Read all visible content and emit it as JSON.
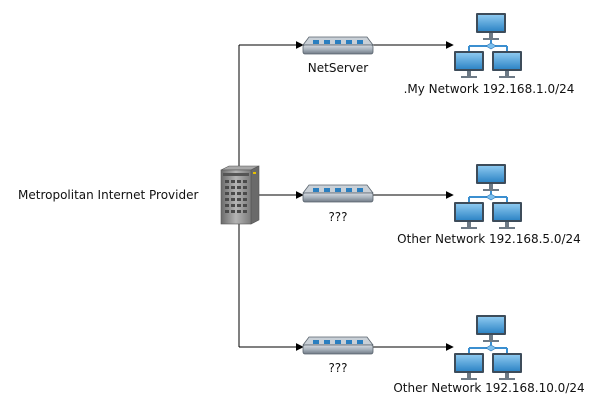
{
  "provider": {
    "label": "Metropolitan Internet Provider",
    "icon": "server-tower-icon"
  },
  "routers": [
    {
      "label": "NetServer",
      "icon": "router-icon"
    },
    {
      "label": "???",
      "icon": "router-icon"
    },
    {
      "label": "???",
      "icon": "router-icon"
    }
  ],
  "networks": [
    {
      "label": ".My Network 192.168.1.0/24",
      "icon": "network-computers-icon"
    },
    {
      "label": "Other Network 192.168.5.0/24",
      "icon": "network-computers-icon"
    },
    {
      "label": "Other Network 192.168.10.0/24",
      "icon": "network-computers-icon"
    }
  ],
  "colors": {
    "line": "#000000",
    "monitor_screen": "#4a9fd8",
    "router_body": "#9aa6b2",
    "server_body": "#8c8c8c"
  }
}
